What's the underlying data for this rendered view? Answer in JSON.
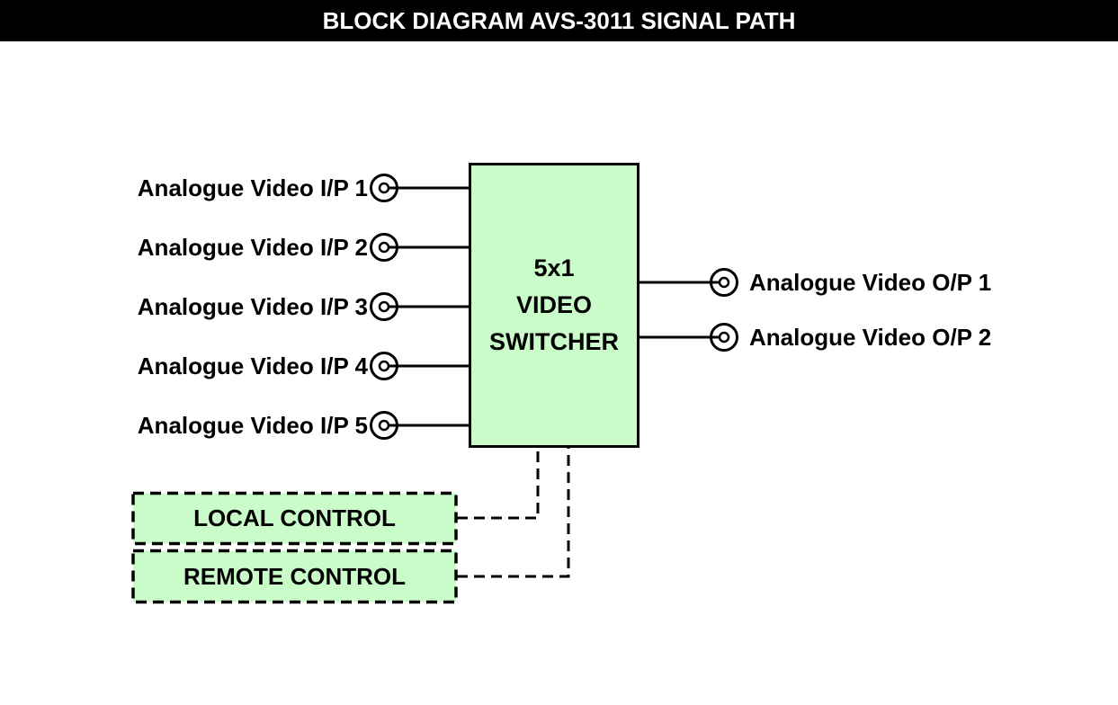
{
  "title_bar": {
    "title": "BLOCK DIAGRAM AVS-3011 SIGNAL PATH"
  },
  "colors": {
    "title_bg": "#000000",
    "title_text": "#ffffff",
    "block_fill": "#c9fcc9",
    "line_color": "#000000",
    "text_color": "#000000"
  },
  "inputs": [
    {
      "label": "Analogue Video I/P 1"
    },
    {
      "label": "Analogue Video I/P 2"
    },
    {
      "label": "Analogue Video I/P 3"
    },
    {
      "label": "Analogue Video I/P 4"
    },
    {
      "label": "Analogue Video I/P 5"
    }
  ],
  "switcher": {
    "line1": "5x1",
    "line2": "VIDEO",
    "line3": "SWITCHER"
  },
  "outputs": [
    {
      "label": "Analogue Video O/P 1"
    },
    {
      "label": "Analogue Video O/P 2"
    }
  ],
  "controls": [
    {
      "label": "LOCAL CONTROL"
    },
    {
      "label": "REMOTE CONTROL"
    }
  ],
  "icons": {
    "connector": "bnc-connector (concentric circles)"
  }
}
